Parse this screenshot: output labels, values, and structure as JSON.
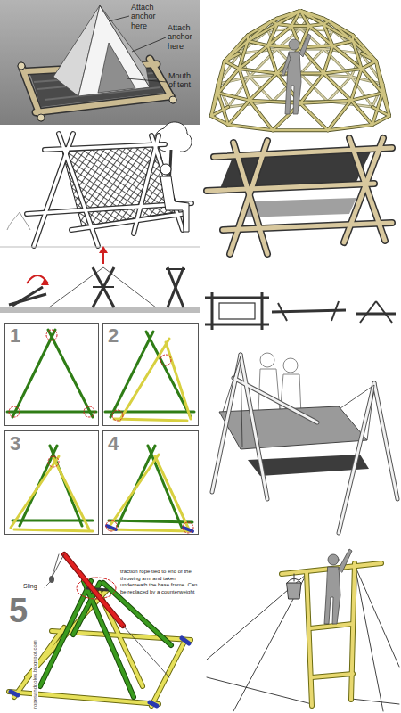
{
  "diagram": {
    "nodes": [
      {
        "text": [
          "1"
        ]
      },
      {
        "text": [
          "2"
        ]
      },
      {
        "text": [
          "3"
        ]
      },
      {
        "text": [
          "4"
        ]
      }
    ],
    "labels": [
      "Attach anchor here",
      "Attach anchor here",
      "Mouth of tent",
      "Sling",
      "5",
      "traction rope tied to end of the throwing arm and taken underneath the base frame. Can be replaced by a counterweight",
      "ropesandpoles.blogspot.com"
    ]
  }
}
